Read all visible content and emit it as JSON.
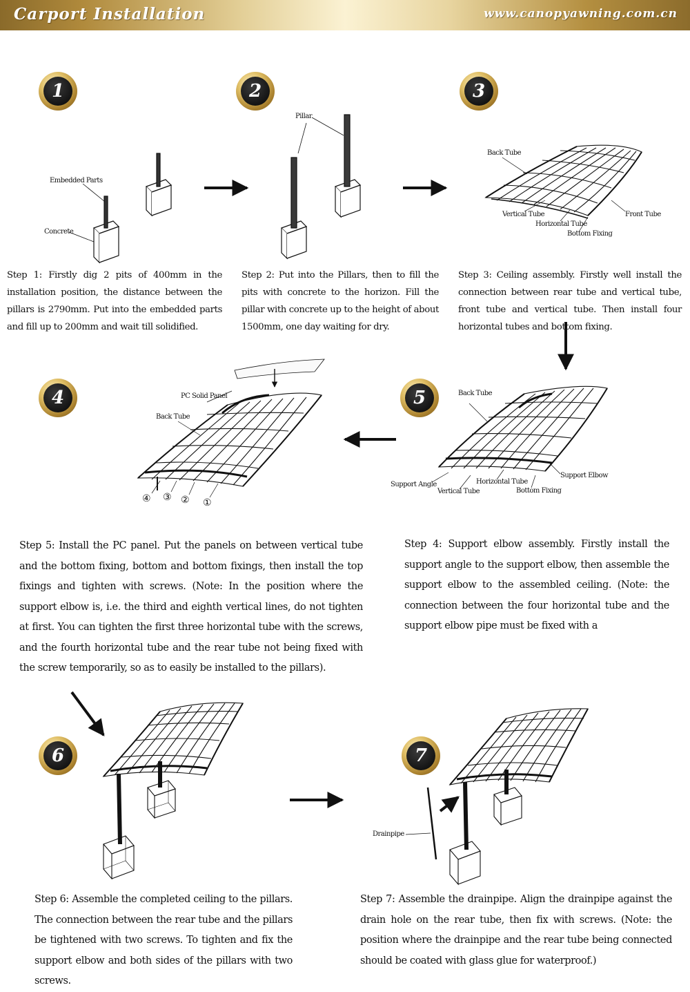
{
  "header": {
    "title": "Carport Installation",
    "url": "www.canopyawning.com.cn"
  },
  "badges": [
    "1",
    "2",
    "3",
    "4",
    "5",
    "6",
    "7"
  ],
  "labels": {
    "embedded_parts": "Embedded Parts",
    "concrete": "Concrete",
    "pillar": "Pillar",
    "back_tube": "Back Tube",
    "vertical_tube": "Vertical Tube",
    "horizontal_tube": "Horizontal Tube",
    "front_tube": "Front Tube",
    "bottom_fixing": "Bottom Fixing",
    "pc_solid_panel": "PC Solid Panel",
    "support_angle": "Support Angle",
    "support_elbow": "Support Elbow",
    "drainpipe": "Drainpipe",
    "markers": [
      "④",
      "③",
      "②",
      "①"
    ]
  },
  "steps": {
    "step1": "Step 1: Firstly dig 2 pits of 400mm in the installation position, the distance between the pillars is 2790mm. Put into the embedded parts and fill up to 200mm and wait till solidified.",
    "step2": "Step 2: Put into the Pillars, then to fill the pits with concrete to the horizon. Fill the pillar with concrete up to the height of about 1500mm, one day waiting for dry.",
    "step3": "Step 3: Ceiling assembly. Firstly well install the connection between rear tube and vertical tube, front tube and vertical tube. Then install four horizontal tubes and bottom fixing.",
    "step5": "Step 5: Install the PC panel. Put the panels on between vertical tube and the bottom fixing, bottom and bottom fixings, then install the top fixings and tighten with screws. (Note: In the position where the support elbow is, i.e. the third and eighth vertical lines, do not tighten at first. You can tighten the first three horizontal tube with the screws, and the fourth horizontal tube and the rear tube not being fixed with the screw temporarily, so as to easily be installed to the pillars).",
    "step4": "Step 4: Support elbow assembly. Firstly install the support angle to the support elbow, then assemble the support elbow to the assembled ceiling. (Note: the connection between the four horizontal tube and the support elbow pipe must be fixed with a",
    "step6": "Step 6: Assemble the completed ceiling to the pillars. The connection between the rear tube and the pillars be tightened with two screws. To tighten and fix the support elbow and both sides of the pillars with two screws.",
    "step7": "Step 7: Assemble the drainpipe. Align the drainpipe against the drain hole on the rear tube, then fix with screws. (Note: the position where the drainpipe and the rear tube being connected should be coated with glass glue for waterproof.)"
  }
}
